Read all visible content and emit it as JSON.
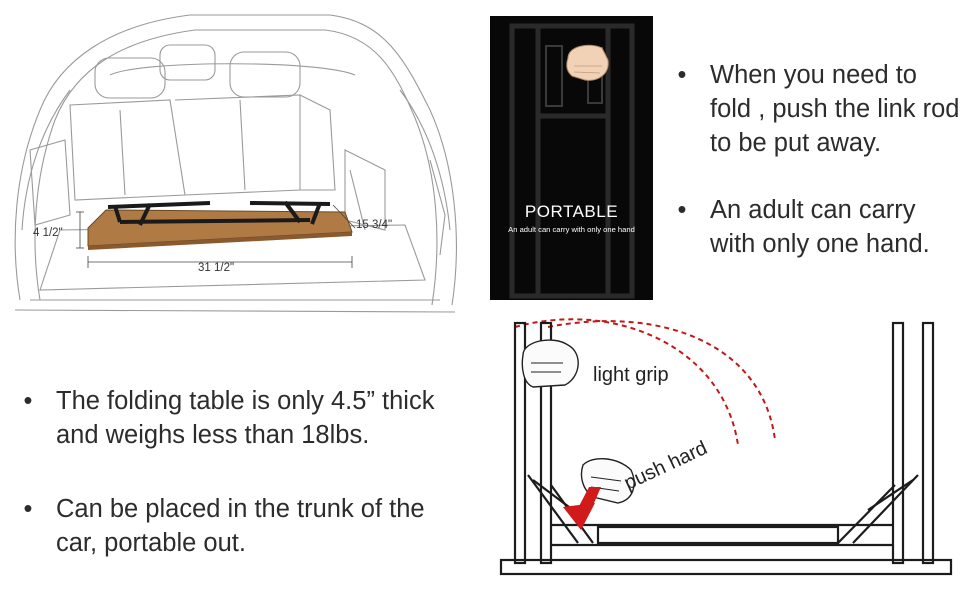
{
  "car_panel": {
    "dim_thickness": "4 1/2\"",
    "dim_depth": "15 3/4\"",
    "dim_length": "31 1/2\""
  },
  "portable_panel": {
    "title": "PORTABLE",
    "subtitle": "An adult can carry with only one hand"
  },
  "table_panel": {
    "grip_label": "light grip",
    "push_label": "push hard"
  },
  "bullets_right": [
    "When you need to fold , push the link rod to be put away.",
    "An adult can carry with only one hand."
  ],
  "bullets_left": [
    "The folding table is only 4.5” thick and weighs less than 18lbs.",
    "Can be placed in the trunk of the car, portable out."
  ],
  "colors": {
    "tabletop_wood": "#b07a45",
    "frame_dark": "#222222",
    "arrow_red": "#d11a1a",
    "dashed_red": "#c21818",
    "portable_bg": "#080808"
  }
}
